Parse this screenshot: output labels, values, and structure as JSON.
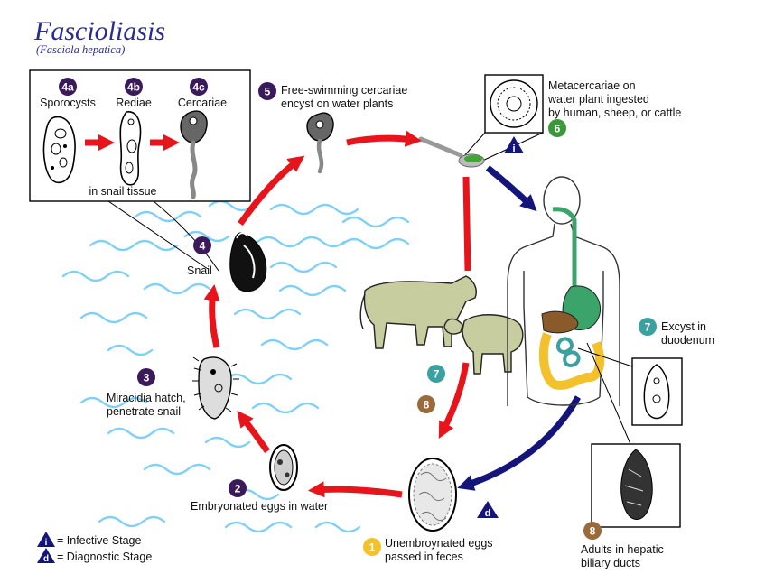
{
  "title": "Fascioliasis",
  "subtitle": "(Fasciola hepatica)",
  "colors": {
    "purple": "#3b1a5c",
    "green": "#3a9a3a",
    "teal": "#3aa0a0",
    "brown": "#9a6a3a",
    "yellow": "#f3c12b",
    "red_arrow": "#e8141b",
    "blue_arrow": "#14157a",
    "water": "#7fd0f5"
  },
  "stages": {
    "s4a": {
      "badge": "4a",
      "label": "Sporocysts"
    },
    "s4b": {
      "badge": "4b",
      "label": "Rediae"
    },
    "s4c": {
      "badge": "4c",
      "label": "Cercariae"
    },
    "snail_tissue": "in snail tissue",
    "s4": {
      "badge": "4",
      "label": "Snail"
    },
    "s5": {
      "badge": "5",
      "line1": "Free-swimming cercariae",
      "line2": "encyst on water plants"
    },
    "s6": {
      "badge": "6",
      "line1": "Metacercariae on",
      "line2": "water plant ingested",
      "line3": "by human, sheep, or cattle"
    },
    "s7a": {
      "badge": "7",
      "line1": "Excyst in",
      "line2": "duodenum"
    },
    "s7b": {
      "badge": "7"
    },
    "s8a": {
      "badge": "8"
    },
    "s8b": {
      "badge": "8",
      "line1": "Adults in hepatic",
      "line2": "biliary ducts"
    },
    "s1": {
      "badge": "1",
      "line1": "Unembroynated eggs",
      "line2": "passed in feces"
    },
    "s2": {
      "badge": "2",
      "label": "Embryonated eggs in water"
    },
    "s3": {
      "badge": "3",
      "line1": "Miracidia hatch,",
      "line2": "penetrate snail"
    }
  },
  "legend": {
    "infective_symbol": "i",
    "infective_label": "= Infective Stage",
    "diagnostic_symbol": "d",
    "diagnostic_label": "= Diagnostic Stage"
  }
}
